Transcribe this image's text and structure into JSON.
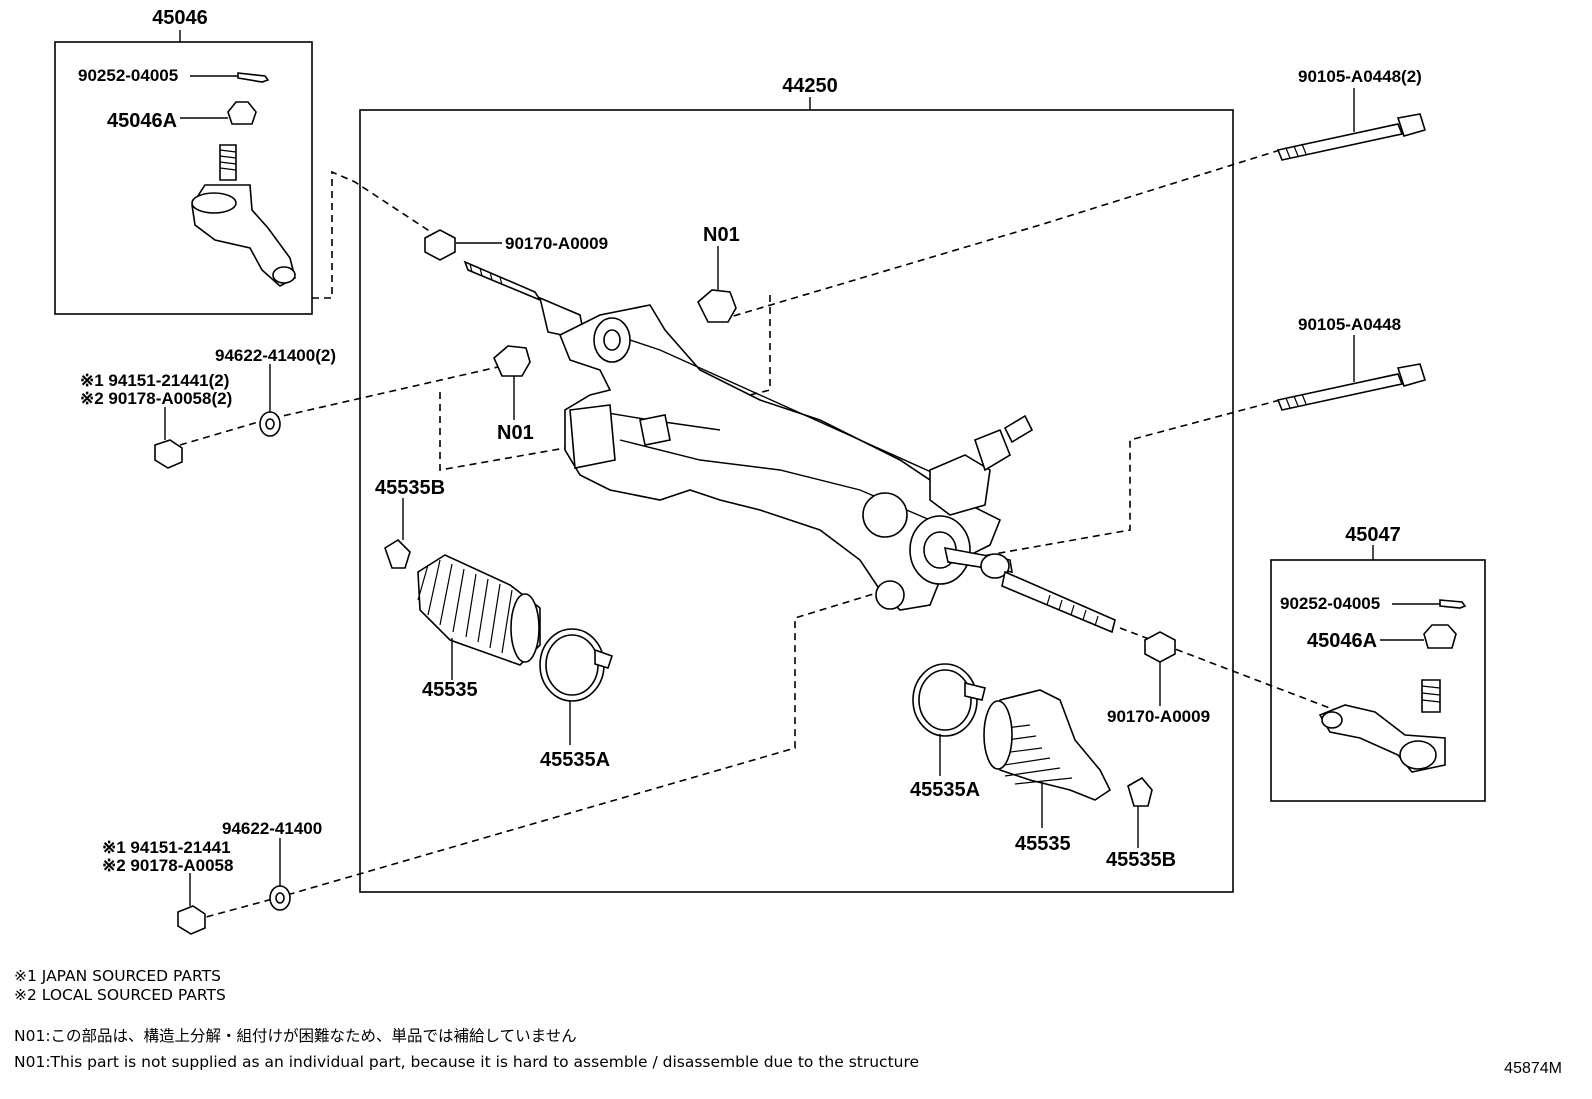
{
  "labels": {
    "assy_44250": "44250",
    "tie_end_45046": "45046",
    "tie_end_45047": "45047",
    "pin_90252_left": "90252-04005",
    "pin_90252_right": "90252-04005",
    "nut_45046A_left": "45046A",
    "nut_45046A_right": "45046A",
    "bolt_top": "90105-A0448(2)",
    "bolt_mid": "90105-A0448",
    "nut_90170_left": "90170-A0009",
    "nut_90170_right": "90170-A0009",
    "bush_n01_top": "N01",
    "bush_n01_bottom": "N01",
    "washer_top": "94622-41400(2)",
    "washer_bottom": "94622-41400",
    "nut_top_1": "※1 94151-21441(2)",
    "nut_top_2": "※2 90178-A0058(2)",
    "nut_bottom_1": "※1 94151-21441",
    "nut_bottom_2": "※2 90178-A0058",
    "clip_left": "45535B",
    "clip_right": "45535B",
    "boot_left": "45535",
    "boot_right": "45535",
    "clamp_left": "45535A",
    "clamp_right": "45535A"
  },
  "notes": {
    "line1": "※1 JAPAN SOURCED PARTS",
    "line2": "※2 LOCAL SOURCED PARTS",
    "n01_jp": "N01:この部品は、構造上分解・組付けが困難なため、単品では補給していません",
    "n01_en": "N01:This part is not supplied as an individual part, because it is hard to assemble / disassemble due to the structure"
  },
  "diagram_code": "45874M"
}
